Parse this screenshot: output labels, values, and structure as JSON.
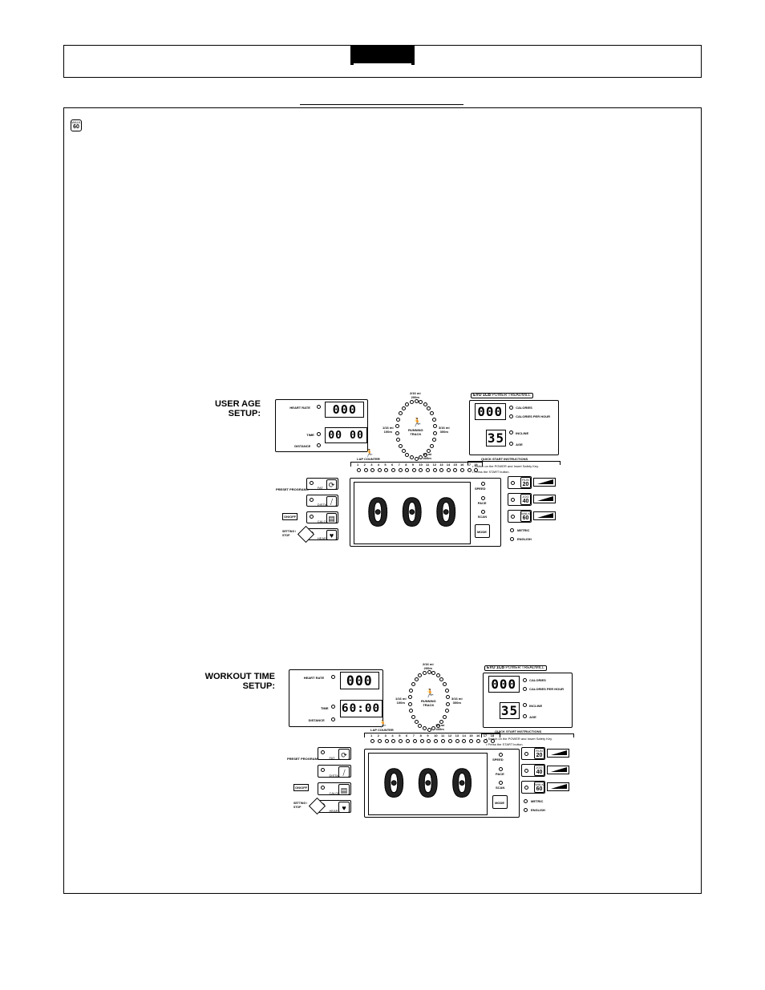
{
  "program_icon": {
    "word": "WALK",
    "number": "60"
  },
  "consoles": [
    {
      "label_line1": "USER AGE",
      "label_line2": "SETUP:",
      "heart_rate_label": "HEART RATE",
      "heart_rate_value": "000",
      "time_label": "TIME",
      "time_value": "00 00",
      "distance_label": "DISTANCE",
      "track_top": "2/16 mi",
      "track_top2": "200m",
      "track_left": "1/16 mi",
      "track_left2": "100m",
      "track_right": "3/16 mi",
      "track_right2": "300m",
      "track_bottom": "1/4 mi",
      "track_bottom2": "400m",
      "track_center1": "RUNNING",
      "track_center2": "TRACK",
      "lap_counter": "LAP COUNTER",
      "lap_numbers": [
        "1",
        "2",
        "3",
        "4",
        "5",
        "6",
        "7",
        "8",
        "9",
        "10",
        "11",
        "12",
        "13",
        "14",
        "15",
        "16",
        "17",
        "18"
      ],
      "brand": "EVO 1CB",
      "brand_sub": "POWER TREADMILL",
      "calories_value": "000",
      "calories_label": "CALORIES",
      "cal_hour_label": "CALORIES PER HOUR",
      "incline_value": "35",
      "incline_label": "INCLINE",
      "age_label": "AGE",
      "qs_title": "QUICK START INSTRUCTIONS",
      "qs_line1": "• Switch on the POWER and Insert Safety Key.",
      "qs_line2": "• Press the START button.",
      "preset_label": "PRESET PROGRAMS",
      "fat_label": "FAT",
      "distance_btn": "DISTANCE",
      "calorie_btn": "CALORIE",
      "heart_btn": "HEART RATE",
      "on_off": "ON/OFF",
      "set_label": "SETTING / STOP",
      "main_digits": [
        "0",
        "0",
        "0"
      ],
      "speed": "SPEED",
      "pace": "PACE",
      "scan": "SCAN",
      "mode": "MODE",
      "metric": "METRIC",
      "english": "ENGLISH",
      "programs": [
        {
          "word": "RUN",
          "number": "20"
        },
        {
          "word": "JOG",
          "number": "40"
        },
        {
          "word": "WALK",
          "number": "60"
        }
      ]
    },
    {
      "label_line1": "WORKOUT TIME",
      "label_line2": "SETUP:",
      "heart_rate_label": "HEART RATE",
      "heart_rate_value": "000",
      "time_label": "TIME",
      "time_value": "60:00",
      "distance_label": "DISTANCE",
      "track_top": "2/16 mi",
      "track_top2": "200m",
      "track_left": "1/16 mi",
      "track_left2": "100m",
      "track_right": "3/16 mi",
      "track_right2": "300m",
      "track_bottom": "1/4 mi",
      "track_bottom2": "400m",
      "track_center1": "RUNNING",
      "track_center2": "TRACK",
      "lap_counter": "LAP COUNTER",
      "lap_numbers": [
        "1",
        "2",
        "3",
        "4",
        "5",
        "6",
        "7",
        "8",
        "9",
        "10",
        "11",
        "12",
        "13",
        "14",
        "15",
        "16",
        "17",
        "18"
      ],
      "brand": "EVO 1CB",
      "brand_sub": "POWER TREADMILL",
      "calories_value": "000",
      "calories_label": "CALORIES",
      "cal_hour_label": "CALORIES PER HOUR",
      "incline_value": "35",
      "incline_label": "INCLINE",
      "age_label": "AGE",
      "qs_title": "QUICK START INSTRUCTIONS",
      "qs_line1": "• Switch on the POWER and Insert Safety Key.",
      "qs_line2": "• Press the START button.",
      "preset_label": "PRESET PROGRAMS",
      "fat_label": "FAT",
      "distance_btn": "DISTANCE",
      "calorie_btn": "CALORIE",
      "heart_btn": "HEART RATE",
      "on_off": "ON/OFF",
      "set_label": "SETTING / STOP",
      "main_digits": [
        "0",
        "0",
        "0"
      ],
      "speed": "SPEED",
      "pace": "PACE",
      "scan": "SCAN",
      "mode": "MODE",
      "metric": "METRIC",
      "english": "ENGLISH",
      "programs": [
        {
          "word": "RUN",
          "number": "20"
        },
        {
          "word": "JOG",
          "number": "40"
        },
        {
          "word": "WALK",
          "number": "60"
        }
      ]
    }
  ]
}
